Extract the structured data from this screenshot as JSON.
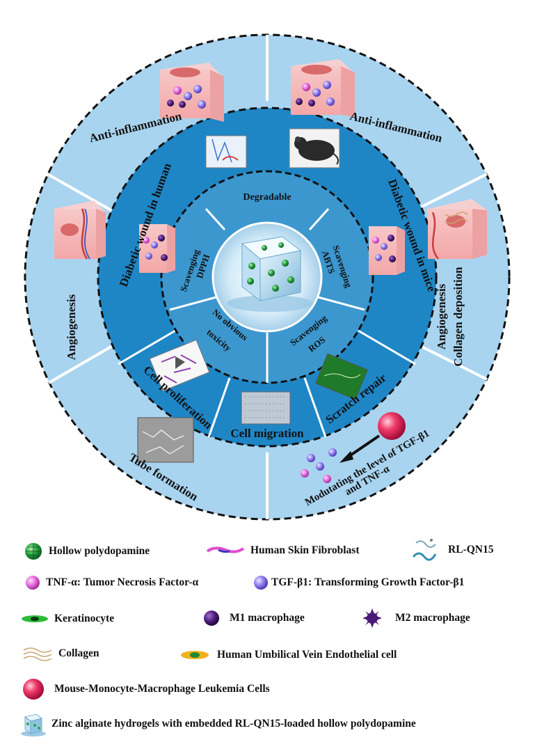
{
  "outer_ring": {
    "anti_inflammation_left": "Anti-inflammation",
    "anti_inflammation_right": "Anti-inflammation",
    "angiogenesis_left": "Angiogenesis",
    "angiogenesis_right": "Angiogenesis",
    "collagen_deposition": "Collagen deposition",
    "tube_formation": "Tube formation",
    "modulating_line1": "Modutating the level of TGF-β1",
    "modulating_line2": "and TNF-α"
  },
  "middle_ring": {
    "diabetic_human": "Diabetic wound in human",
    "diabetic_mice": "Diabetic wound in mice",
    "cell_proliferation": "Cell proliferation",
    "cell_migration": "Cell migration",
    "scratch_repair": "Scratch repair"
  },
  "inner_ring": {
    "degradable": "Degradable",
    "dpph": "DPPH",
    "scavenging_left": "Scavenging",
    "abts": "ABTS",
    "scavenging_right": "Scavenging",
    "no_obvious": "No obvious",
    "toxicity": "toxicity",
    "ros": "ROS",
    "scavenging_bottom": "Scavenging"
  },
  "legend": {
    "hollow_pda": "Hollow polydopamine",
    "fibroblast": "Human Skin Fibroblast",
    "rl_qn15": "RL-QN15",
    "tnf": "TNF-α: Tumor Necrosis Factor-α",
    "tgf": "TGF-β1: Transforming Growth Factor-β1",
    "keratinocyte": "Keratinocyte",
    "m1": "M1 macrophage",
    "m2": "M2 macrophage",
    "collagen": "Collagen",
    "huvec": "Human Umbilical Vein Endothelial cell",
    "leukemia": "Mouse-Monocyte-Macrophage Leukemia Cells",
    "hydrogel": "Zinc alginate hydrogels with embedded RL-QN15-loaded hollow polydopamine"
  },
  "colors": {
    "outer_ring": "#a9d4ef",
    "middle_ring": "#1f86c6",
    "inner_ring": "#3c97cf",
    "center": "#c5e1f3",
    "tnf_pink": "#e76be0",
    "tgf_purple": "#8f7cf0",
    "m_purple": "#4b1a77",
    "pda_green": "#20a13a"
  }
}
